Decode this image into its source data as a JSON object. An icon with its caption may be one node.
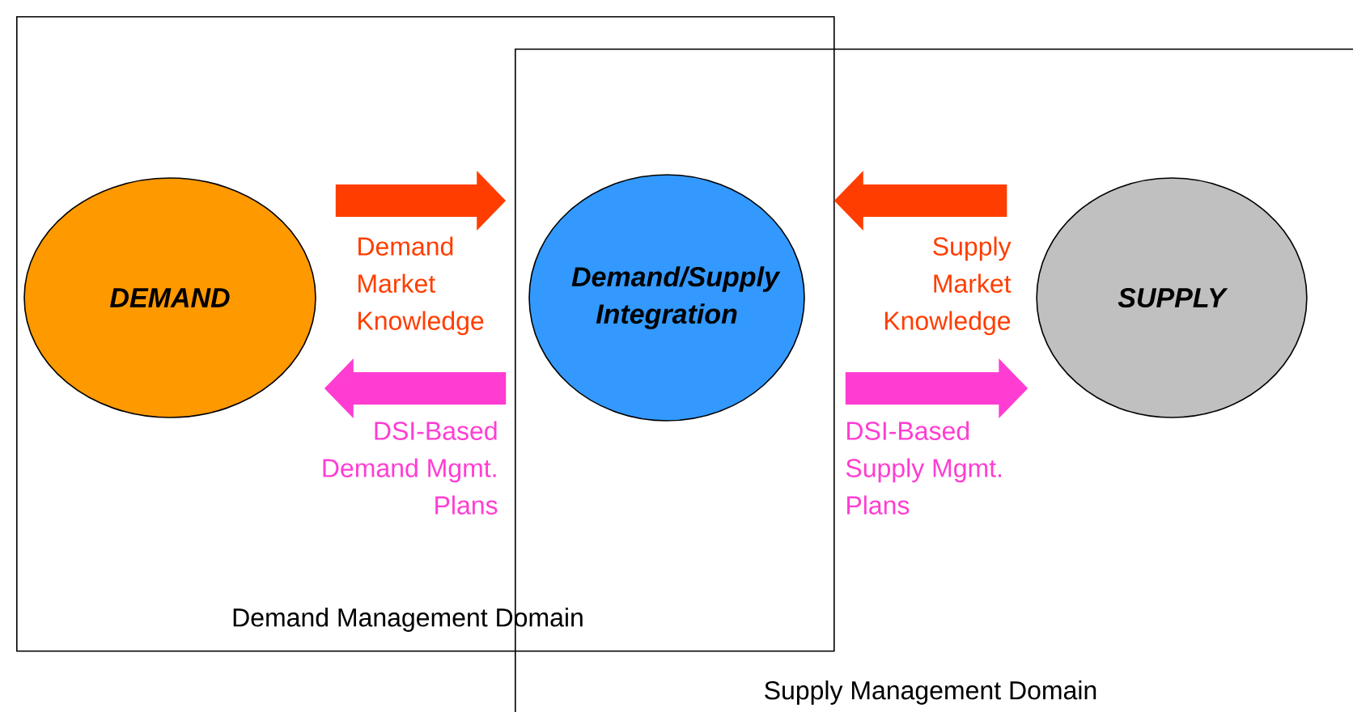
{
  "diagram": {
    "nodes": [
      {
        "text": [
          "Demand Management Domain"
        ]
      },
      {
        "text": [
          "Supply Management Domain"
        ]
      },
      {
        "text": [
          "DEMAND"
        ],
        "in": 0
      },
      {
        "text": [
          "Demand/Supply Integration"
        ]
      },
      {
        "text": [
          "SUPPLY"
        ],
        "in": 1
      }
    ],
    "edges": [
      {
        "from": 2,
        "to": 3,
        "arrow": "to",
        "label": "Demand Market Knowledge",
        "color": "#ff3d00"
      },
      {
        "from": 3,
        "to": 2,
        "arrow": "to",
        "label": "DSI-Based Demand Mgmt. Plans",
        "color": "#ff3dd2"
      },
      {
        "from": 4,
        "to": 3,
        "arrow": "to",
        "label": "Supply Market Knowledge",
        "color": "#ff3d00"
      },
      {
        "from": 3,
        "to": 4,
        "arrow": "to",
        "label": "DSI-Based Supply Mgmt. Plans",
        "color": "#ff3dd2"
      }
    ]
  }
}
